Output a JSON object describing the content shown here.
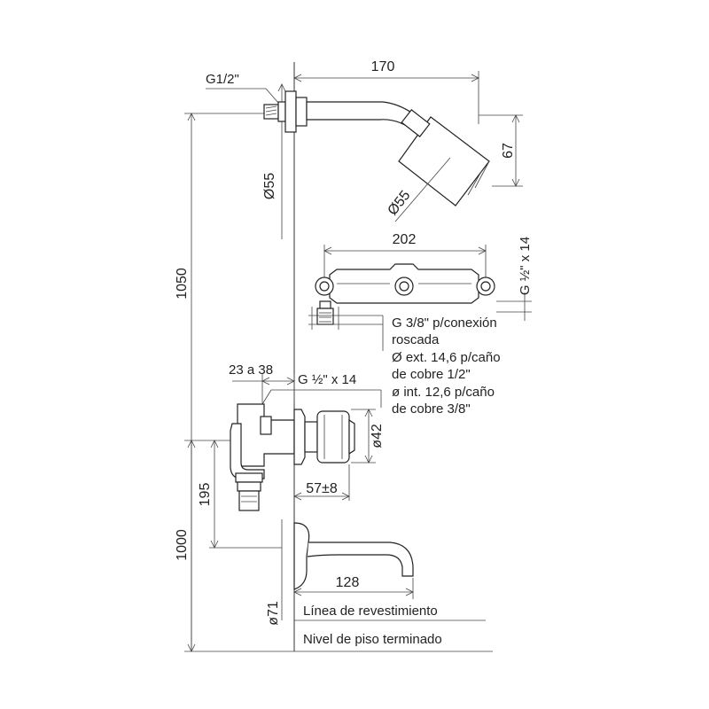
{
  "dimensions": {
    "shower_arm_length": "170",
    "shower_thread": "G1/2\"",
    "shower_flange_diameter": "Ø55",
    "shower_head_diameter": "Ø55",
    "shower_head_height": "67",
    "valve_span": "202",
    "valve_thread": "G ½\" x 14",
    "total_height": "1050",
    "spout_height": "1000",
    "diverter_height": "195",
    "wall_depth": "23 a 38",
    "diverter_thread": "G ½\" x 14",
    "knob_diameter": "ø42",
    "knob_projection": "57±8",
    "spout_length": "128",
    "spout_flange_diameter": "ø71"
  },
  "connection_notes": [
    "G 3/8\" p/conexión",
    "roscada",
    "Ø ext. 14,6 p/caño",
    "de cobre 1/2\"",
    "ø int. 12,6 p/caño",
    "de cobre 3/8\""
  ],
  "reference_lines": {
    "wall": "Línea de revestimiento",
    "floor": "Nivel de piso terminado"
  }
}
